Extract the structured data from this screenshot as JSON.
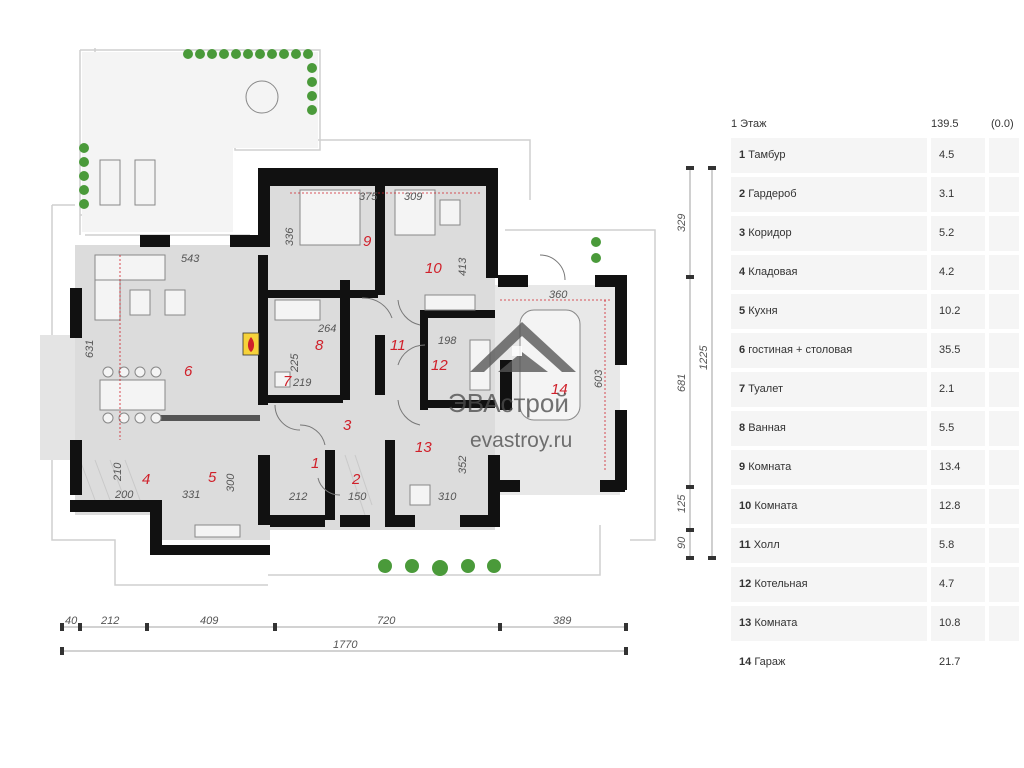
{
  "table": {
    "floor_label": "1 Этаж",
    "total_area": "139.5",
    "extra": "(0.0)",
    "rows": [
      {
        "no": "1",
        "name": "Тамбур",
        "area": "4.5"
      },
      {
        "no": "2",
        "name": "Гардероб",
        "area": "3.1"
      },
      {
        "no": "3",
        "name": "Коридор",
        "area": "5.2"
      },
      {
        "no": "4",
        "name": "Кладовая",
        "area": "4.2"
      },
      {
        "no": "5",
        "name": "Кухня",
        "area": "10.2"
      },
      {
        "no": "6",
        "name": "гостиная + столовая",
        "area": "35.5"
      },
      {
        "no": "7",
        "name": "Туалет",
        "area": "2.1"
      },
      {
        "no": "8",
        "name": "Ванная",
        "area": "5.5"
      },
      {
        "no": "9",
        "name": "Комната",
        "area": "13.4"
      },
      {
        "no": "10",
        "name": "Комната",
        "area": "12.8"
      },
      {
        "no": "11",
        "name": "Холл",
        "area": "5.8"
      },
      {
        "no": "12",
        "name": "Котельная",
        "area": "4.7"
      },
      {
        "no": "13",
        "name": "Комната",
        "area": "10.8"
      },
      {
        "no": "14",
        "name": "Гараж",
        "area": "21.7"
      }
    ]
  },
  "plan": {
    "room_numbers": [
      "1",
      "2",
      "3",
      "4",
      "5",
      "6",
      "7",
      "8",
      "9",
      "10",
      "11",
      "12",
      "13",
      "14"
    ],
    "inner_dims": [
      "375",
      "309",
      "336",
      "413",
      "543",
      "360",
      "264",
      "198",
      "631",
      "603",
      "225",
      "219",
      "210",
      "200",
      "331",
      "300",
      "212",
      "150",
      "352",
      "310"
    ],
    "bottom_dims": [
      "40",
      "212",
      "409",
      "720",
      "389"
    ],
    "overall_width": "1770",
    "right_dims": [
      "329",
      "681",
      "1225",
      "125",
      "90"
    ]
  },
  "watermark": {
    "brand": "ЭВАстрой",
    "site": "evastroy.ru"
  },
  "colors": {
    "wall": "#111111",
    "floor": "#dcdcdc",
    "room_number": "#d0202a",
    "plant": "#4a9a3a"
  }
}
